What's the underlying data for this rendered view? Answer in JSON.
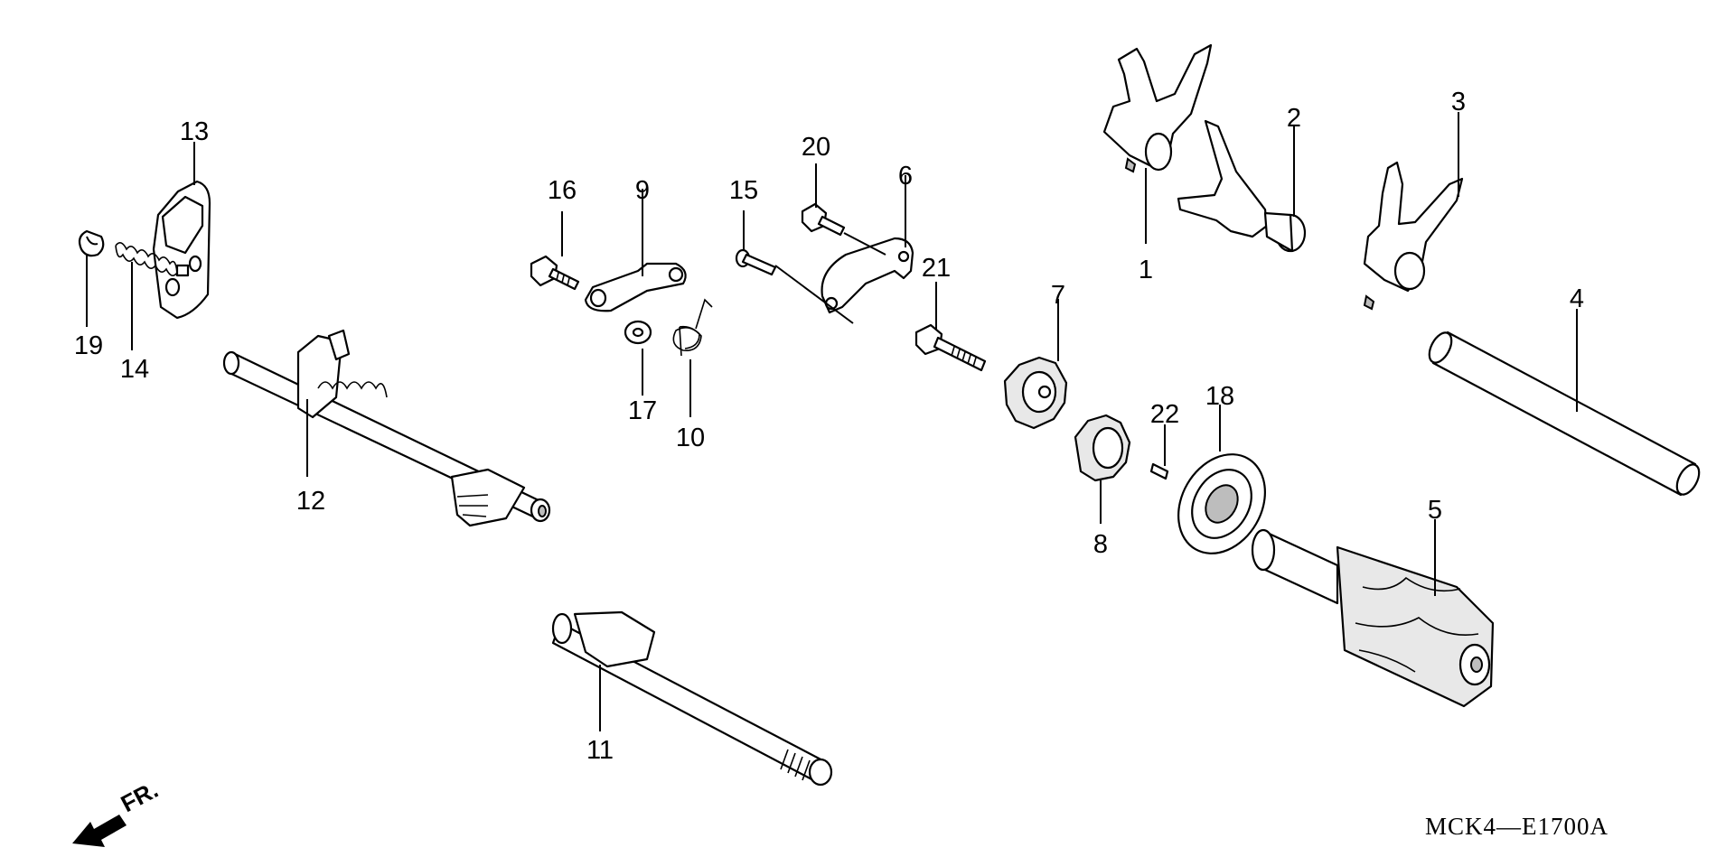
{
  "callouts": {
    "c1": "1",
    "c2": "2",
    "c3": "3",
    "c4": "4",
    "c5": "5",
    "c6": "6",
    "c7": "7",
    "c8": "8",
    "c9": "9",
    "c10": "10",
    "c11": "11",
    "c12": "12",
    "c13": "13",
    "c14": "14",
    "c15": "15",
    "c16": "16",
    "c17": "17",
    "c18": "18",
    "c19": "19",
    "c20": "20",
    "c21": "21",
    "c22": "22"
  },
  "direction_label": "FR.",
  "diagram_code": "MCK4—E1700A"
}
